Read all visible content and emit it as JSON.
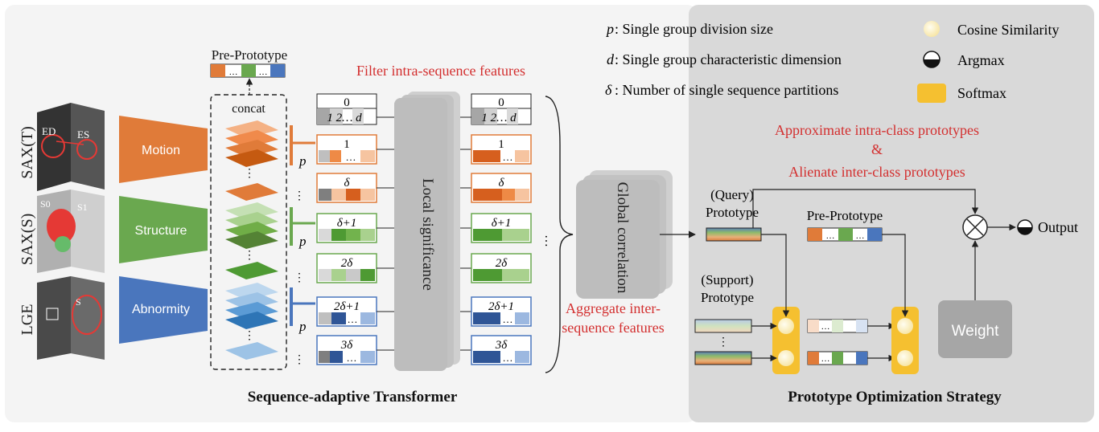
{
  "labels": {
    "pre_prototype_top": "Pre-Prototype",
    "filter_intra": "Filter intra-sequence features",
    "concat": "concat",
    "sax_t": "SAX(T)",
    "sax_s": "SAX(S)",
    "lge": "LGE",
    "img_ed": "ED",
    "img_es": "ES",
    "img_s0": "S0",
    "img_s1": "S1",
    "img_s": "S",
    "motion": "Motion",
    "structure": "Structure",
    "abnormity": "Abnormity",
    "p1": "p",
    "p2": "p",
    "p3": "p",
    "local_significance": "Local significance",
    "global_correlation": "Global correlation",
    "aggregate_line1": "Aggregate inter-",
    "aggregate_line2": "sequence features",
    "left_title": "Sequence-adaptive Transformer",
    "right_title": "Prototype Optimization Strategy"
  },
  "tokens": {
    "row0": "0",
    "row0_sub": "1 2… d",
    "row1": "1",
    "row2": "δ",
    "row3": "δ+1",
    "row4": "2δ",
    "row5": "2δ+1",
    "row6": "3δ",
    "ellipsis": "…"
  },
  "legend": {
    "p_key": "p",
    "p_text": ": Single group division size",
    "d_key": "d",
    "d_text": ": Single group characteristic dimension",
    "delta_key": "δ",
    "delta_text": ": Number of single sequence partitions",
    "cosine": "Cosine Similarity",
    "argmax": "Argmax",
    "softmax": "Softmax"
  },
  "optimization": {
    "approx_line1": "Approximate intra-class prototypes",
    "approx_amp": "&",
    "approx_line2": "Alienate inter-class prototypes",
    "query_line1": "(Query)",
    "query_line2": "Prototype",
    "pre_prototype": "Pre-Prototype",
    "support_line1": "(Support)",
    "support_line2": "Prototype",
    "weight": "Weight",
    "output": "Output"
  },
  "colors": {
    "orange_dark": "#d65f1e",
    "orange_mid": "#ee8a46",
    "orange_light": "#f6c4a0",
    "green_dark": "#4e9a33",
    "green_mid": "#72b34d",
    "green_light": "#a9d18e",
    "blue_dark": "#2f5596",
    "blue_mid": "#4472c4",
    "blue_light": "#9cb8e0",
    "red_text": "#d32f2f",
    "softmax_yellow": "#f5c030",
    "block_gray": "#bdbdbd",
    "panel_right": "#d9d9d9",
    "panel_left": "#f4f4f4"
  }
}
